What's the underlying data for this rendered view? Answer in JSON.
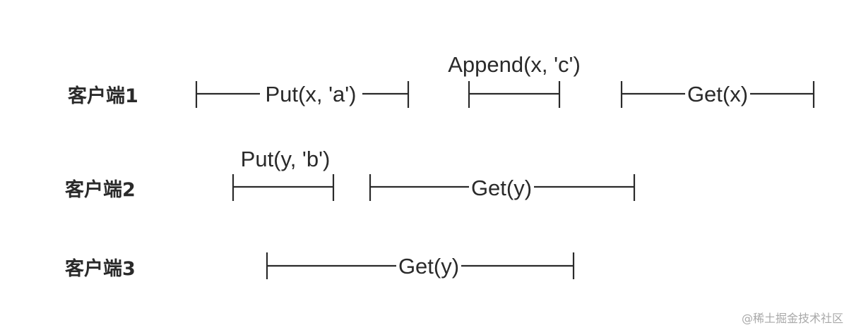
{
  "clients": [
    {
      "label": "客户端1",
      "operations": [
        {
          "label": "Put(x, 'a')",
          "label_position": "inline"
        },
        {
          "label": "Append(x, 'c')",
          "label_position": "above"
        },
        {
          "label": "Get(x)",
          "label_position": "inline"
        }
      ]
    },
    {
      "label": "客户端2",
      "operations": [
        {
          "label": "Put(y, 'b')",
          "label_position": "above"
        },
        {
          "label": "Get(y)",
          "label_position": "inline"
        }
      ]
    },
    {
      "label": "客户端3",
      "operations": [
        {
          "label": "Get(y)",
          "label_position": "inline"
        }
      ]
    }
  ],
  "watermark": "@稀土掘金技术社区"
}
